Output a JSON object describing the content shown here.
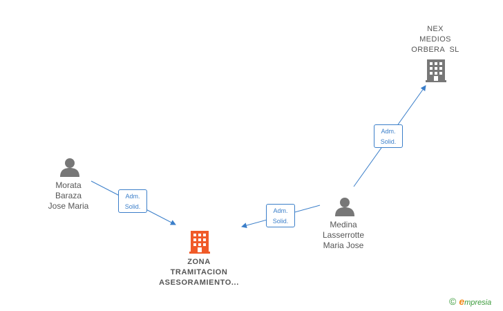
{
  "nodes": {
    "nex": {
      "lines": [
        "NEX",
        "MEDIOS",
        "ORBERA  SL"
      ],
      "kind": "company",
      "color": "#777777"
    },
    "morata": {
      "lines": [
        "Morata",
        "Baraza",
        "Jose Maria"
      ],
      "kind": "person",
      "color": "#777777"
    },
    "medina": {
      "lines": [
        "Medina",
        "Lasserrotte",
        "Maria Jose"
      ],
      "kind": "person",
      "color": "#777777"
    },
    "zona": {
      "lines": [
        "ZONA",
        "TRAMITACION",
        "ASESORAMIENTO..."
      ],
      "kind": "company",
      "color": "#f05a28"
    }
  },
  "edges": {
    "medina_nex": {
      "lines": [
        "Adm.",
        "Solid."
      ]
    },
    "morata_zona": {
      "lines": [
        "Adm.",
        "Solid."
      ]
    },
    "medina_zona": {
      "lines": [
        "Adm.",
        "Solid."
      ]
    }
  },
  "colors": {
    "edge": "#3a7ec9",
    "icon": "#777777",
    "main": "#f05a28"
  },
  "brand": {
    "copyright": "©",
    "e": "e",
    "rest": "mpresia"
  }
}
